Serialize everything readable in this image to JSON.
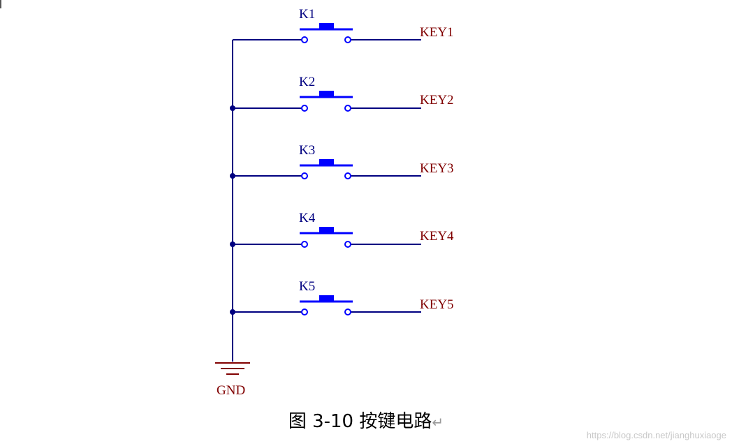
{
  "figure": {
    "caption_number": "图 3-10",
    "caption_title": "按键电路",
    "return_mark": "↵",
    "watermark": "https://blog.csdn.net/jianghuxiaoge"
  },
  "schematic": {
    "switches": [
      {
        "ref": "K1",
        "net": "KEY1"
      },
      {
        "ref": "K2",
        "net": "KEY2"
      },
      {
        "ref": "K3",
        "net": "KEY3"
      },
      {
        "ref": "K4",
        "net": "KEY4"
      },
      {
        "ref": "K5",
        "net": "KEY5"
      }
    ],
    "ground_label": "GND",
    "colors": {
      "wire": "#000080",
      "switch": "#0000ff",
      "net_label": "#800000",
      "ref_label": "#000080"
    }
  }
}
